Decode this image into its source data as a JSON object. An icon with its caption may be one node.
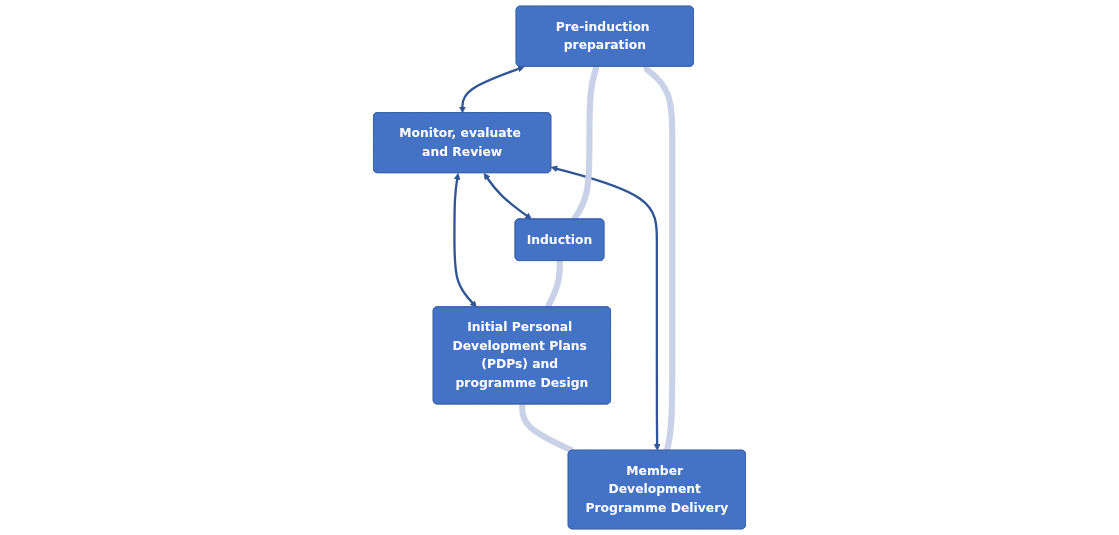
{
  "diagram": {
    "nodes": [
      {
        "text": [
          "Pre-induction preparation"
        ]
      },
      {
        "text": [
          "Member Development Programme Delivery"
        ]
      },
      {
        "text": [
          "Monitor, evaluate and Review"
        ]
      },
      {
        "text": [
          "Induction"
        ]
      },
      {
        "text": [
          "Initial Personal Development Plans (PDPs) and programme Design"
        ]
      }
    ],
    "edges": [
      {
        "from": 0,
        "to": 2,
        "arrow": "both"
      },
      {
        "from": 1,
        "to": 2,
        "arrow": "both"
      },
      {
        "from": 2,
        "to": 3,
        "arrow": "both"
      },
      {
        "from": 2,
        "to": 4,
        "arrow": "both"
      },
      {
        "from": 0,
        "to": 3,
        "arrow": "none",
        "style": "thick",
        "color": "#c9d1e9"
      },
      {
        "from": 3,
        "to": 4,
        "arrow": "none",
        "style": "thick",
        "color": "#c9d1e9"
      },
      {
        "from": 4,
        "to": 1,
        "arrow": "none",
        "style": "thick",
        "color": "#c9d1e9"
      },
      {
        "from": 1,
        "to": 0,
        "arrow": "to",
        "style": "thick",
        "color": "#c9d1e9"
      }
    ]
  }
}
